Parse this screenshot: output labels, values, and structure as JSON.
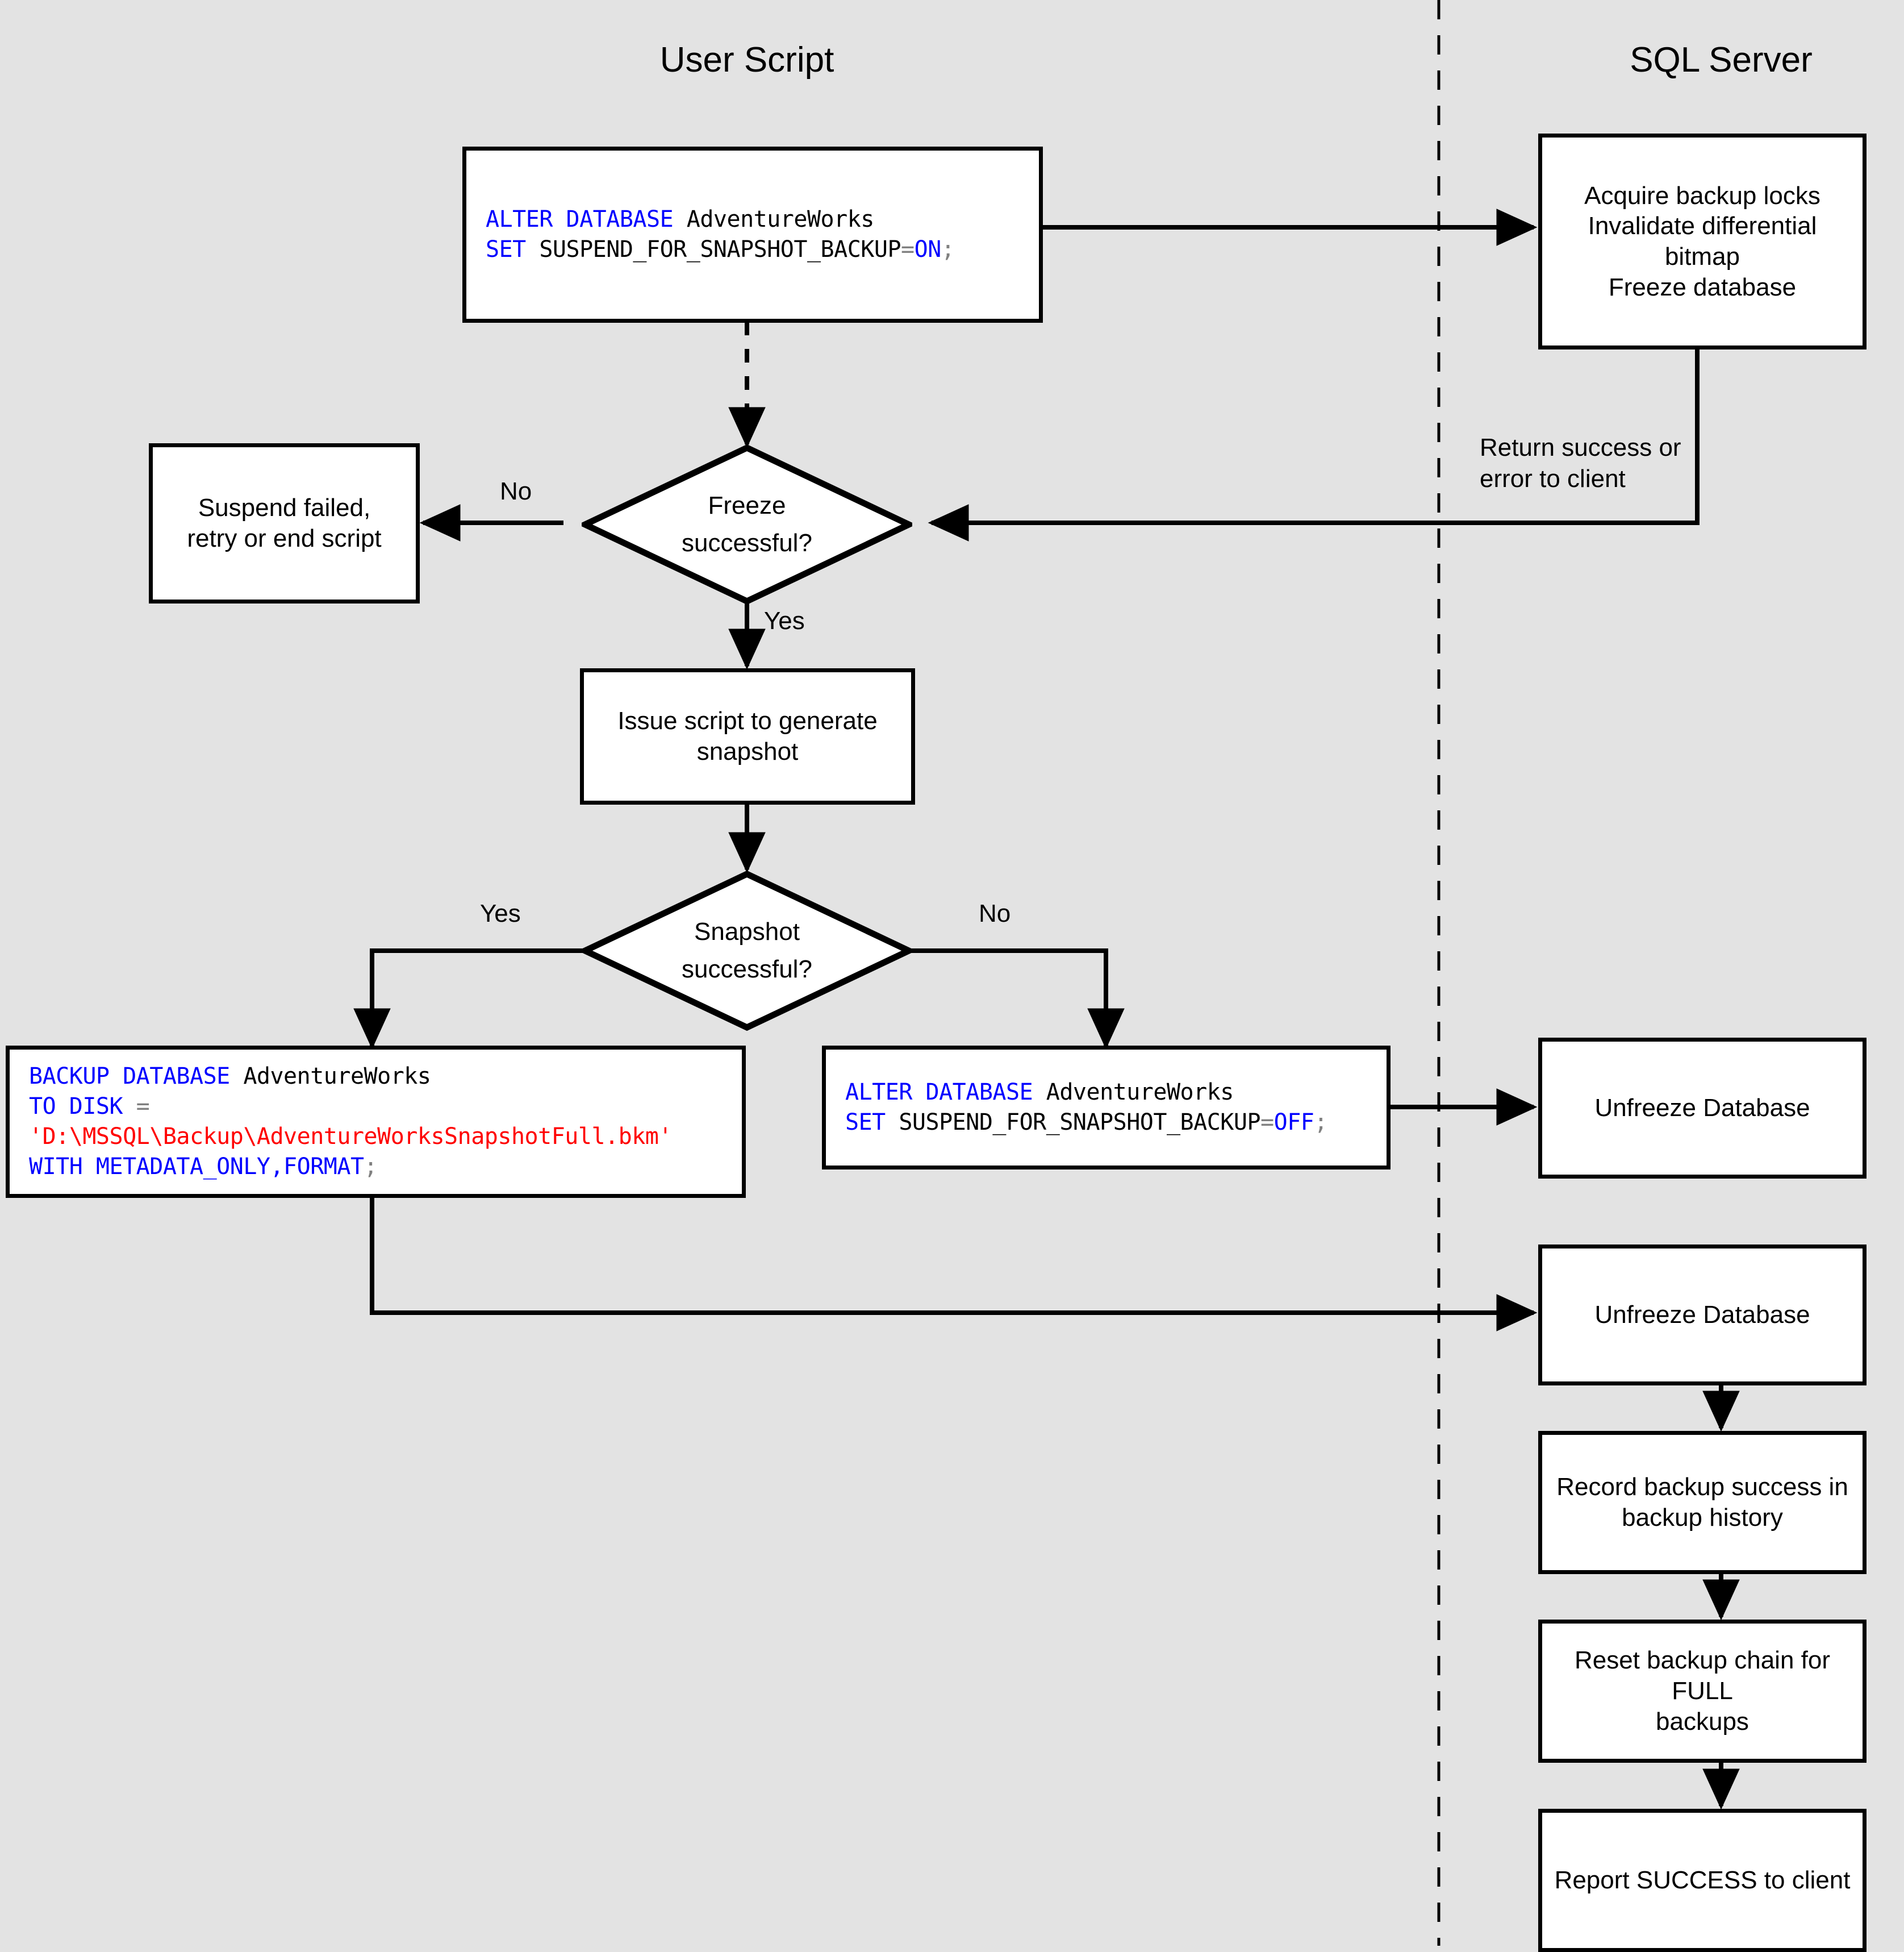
{
  "diagram": {
    "type": "flowchart",
    "background_color": "#e3e3e3",
    "node_fill": "#ffffff",
    "stroke_color": "#000000",
    "code_keyword_color": "#0000ff",
    "code_string_color": "#ff0000",
    "code_plain_color": "#000000"
  },
  "lanes": [
    {
      "id": "user-script",
      "title": "User Script"
    },
    {
      "id": "sql-server",
      "title": "SQL Server"
    }
  ],
  "nodes": {
    "suspend_on": {
      "shape": "process",
      "code": [
        [
          {
            "t": "ALTER DATABASE ",
            "c": "kw"
          },
          {
            "t": "AdventureWorks",
            "c": "pl"
          }
        ],
        [
          {
            "t": "SET ",
            "c": "kw"
          },
          {
            "t": "SUSPEND_FOR_SNAPSHOT_BACKUP",
            "c": "pl"
          },
          {
            "t": "=",
            "c": "pn"
          },
          {
            "t": "ON",
            "c": "kw"
          },
          {
            "t": ";",
            "c": "pn"
          }
        ]
      ]
    },
    "acquire_locks": {
      "shape": "process",
      "text": "Acquire backup locks\nInvalidate differential\nbitmap\nFreeze database"
    },
    "freeze_decision": {
      "shape": "decision",
      "text": "Freeze\nsuccessful?"
    },
    "suspend_failed": {
      "shape": "process",
      "text": "Suspend failed,\nretry or end script"
    },
    "issue_script": {
      "shape": "process",
      "text": "Issue script to generate\nsnapshot"
    },
    "snapshot_decision": {
      "shape": "decision",
      "text": "Snapshot\nsuccessful?"
    },
    "backup_metadata_only": {
      "shape": "process",
      "code": [
        [
          {
            "t": "BACKUP DATABASE ",
            "c": "kw"
          },
          {
            "t": "AdventureWorks",
            "c": "pl"
          }
        ],
        [
          {
            "t": "TO DISK ",
            "c": "kw"
          },
          {
            "t": "=",
            "c": "pn"
          }
        ],
        [
          {
            "t": "'D:\\MSSQL\\Backup\\AdventureWorksSnapshotFull.bkm'",
            "c": "str"
          }
        ],
        [
          {
            "t": "WITH METADATA_ONLY,FORMAT",
            "c": "kw"
          },
          {
            "t": ";",
            "c": "pn"
          }
        ]
      ]
    },
    "suspend_off": {
      "shape": "process",
      "code": [
        [
          {
            "t": "ALTER DATABASE ",
            "c": "kw"
          },
          {
            "t": "AdventureWorks",
            "c": "pl"
          }
        ],
        [
          {
            "t": "SET ",
            "c": "kw"
          },
          {
            "t": "SUSPEND_FOR_SNAPSHOT_BACKUP",
            "c": "pl"
          },
          {
            "t": "=",
            "c": "pn"
          },
          {
            "t": "OFF",
            "c": "kw"
          },
          {
            "t": ";",
            "c": "pn"
          }
        ]
      ]
    },
    "unfreeze_1": {
      "shape": "process",
      "text": "Unfreeze Database"
    },
    "unfreeze_2": {
      "shape": "process",
      "text": "Unfreeze Database"
    },
    "record_success": {
      "shape": "process",
      "text": "Record backup success in\nbackup history"
    },
    "reset_chain": {
      "shape": "process",
      "text": "Reset backup chain for FULL\nbackups"
    },
    "report_success": {
      "shape": "process",
      "text": "Report SUCCESS to client"
    }
  },
  "edge_labels": {
    "return_success": "Return success or\nerror to client",
    "freeze_no": "No",
    "freeze_yes": "Yes",
    "snapshot_yes": "Yes",
    "snapshot_no": "No"
  }
}
